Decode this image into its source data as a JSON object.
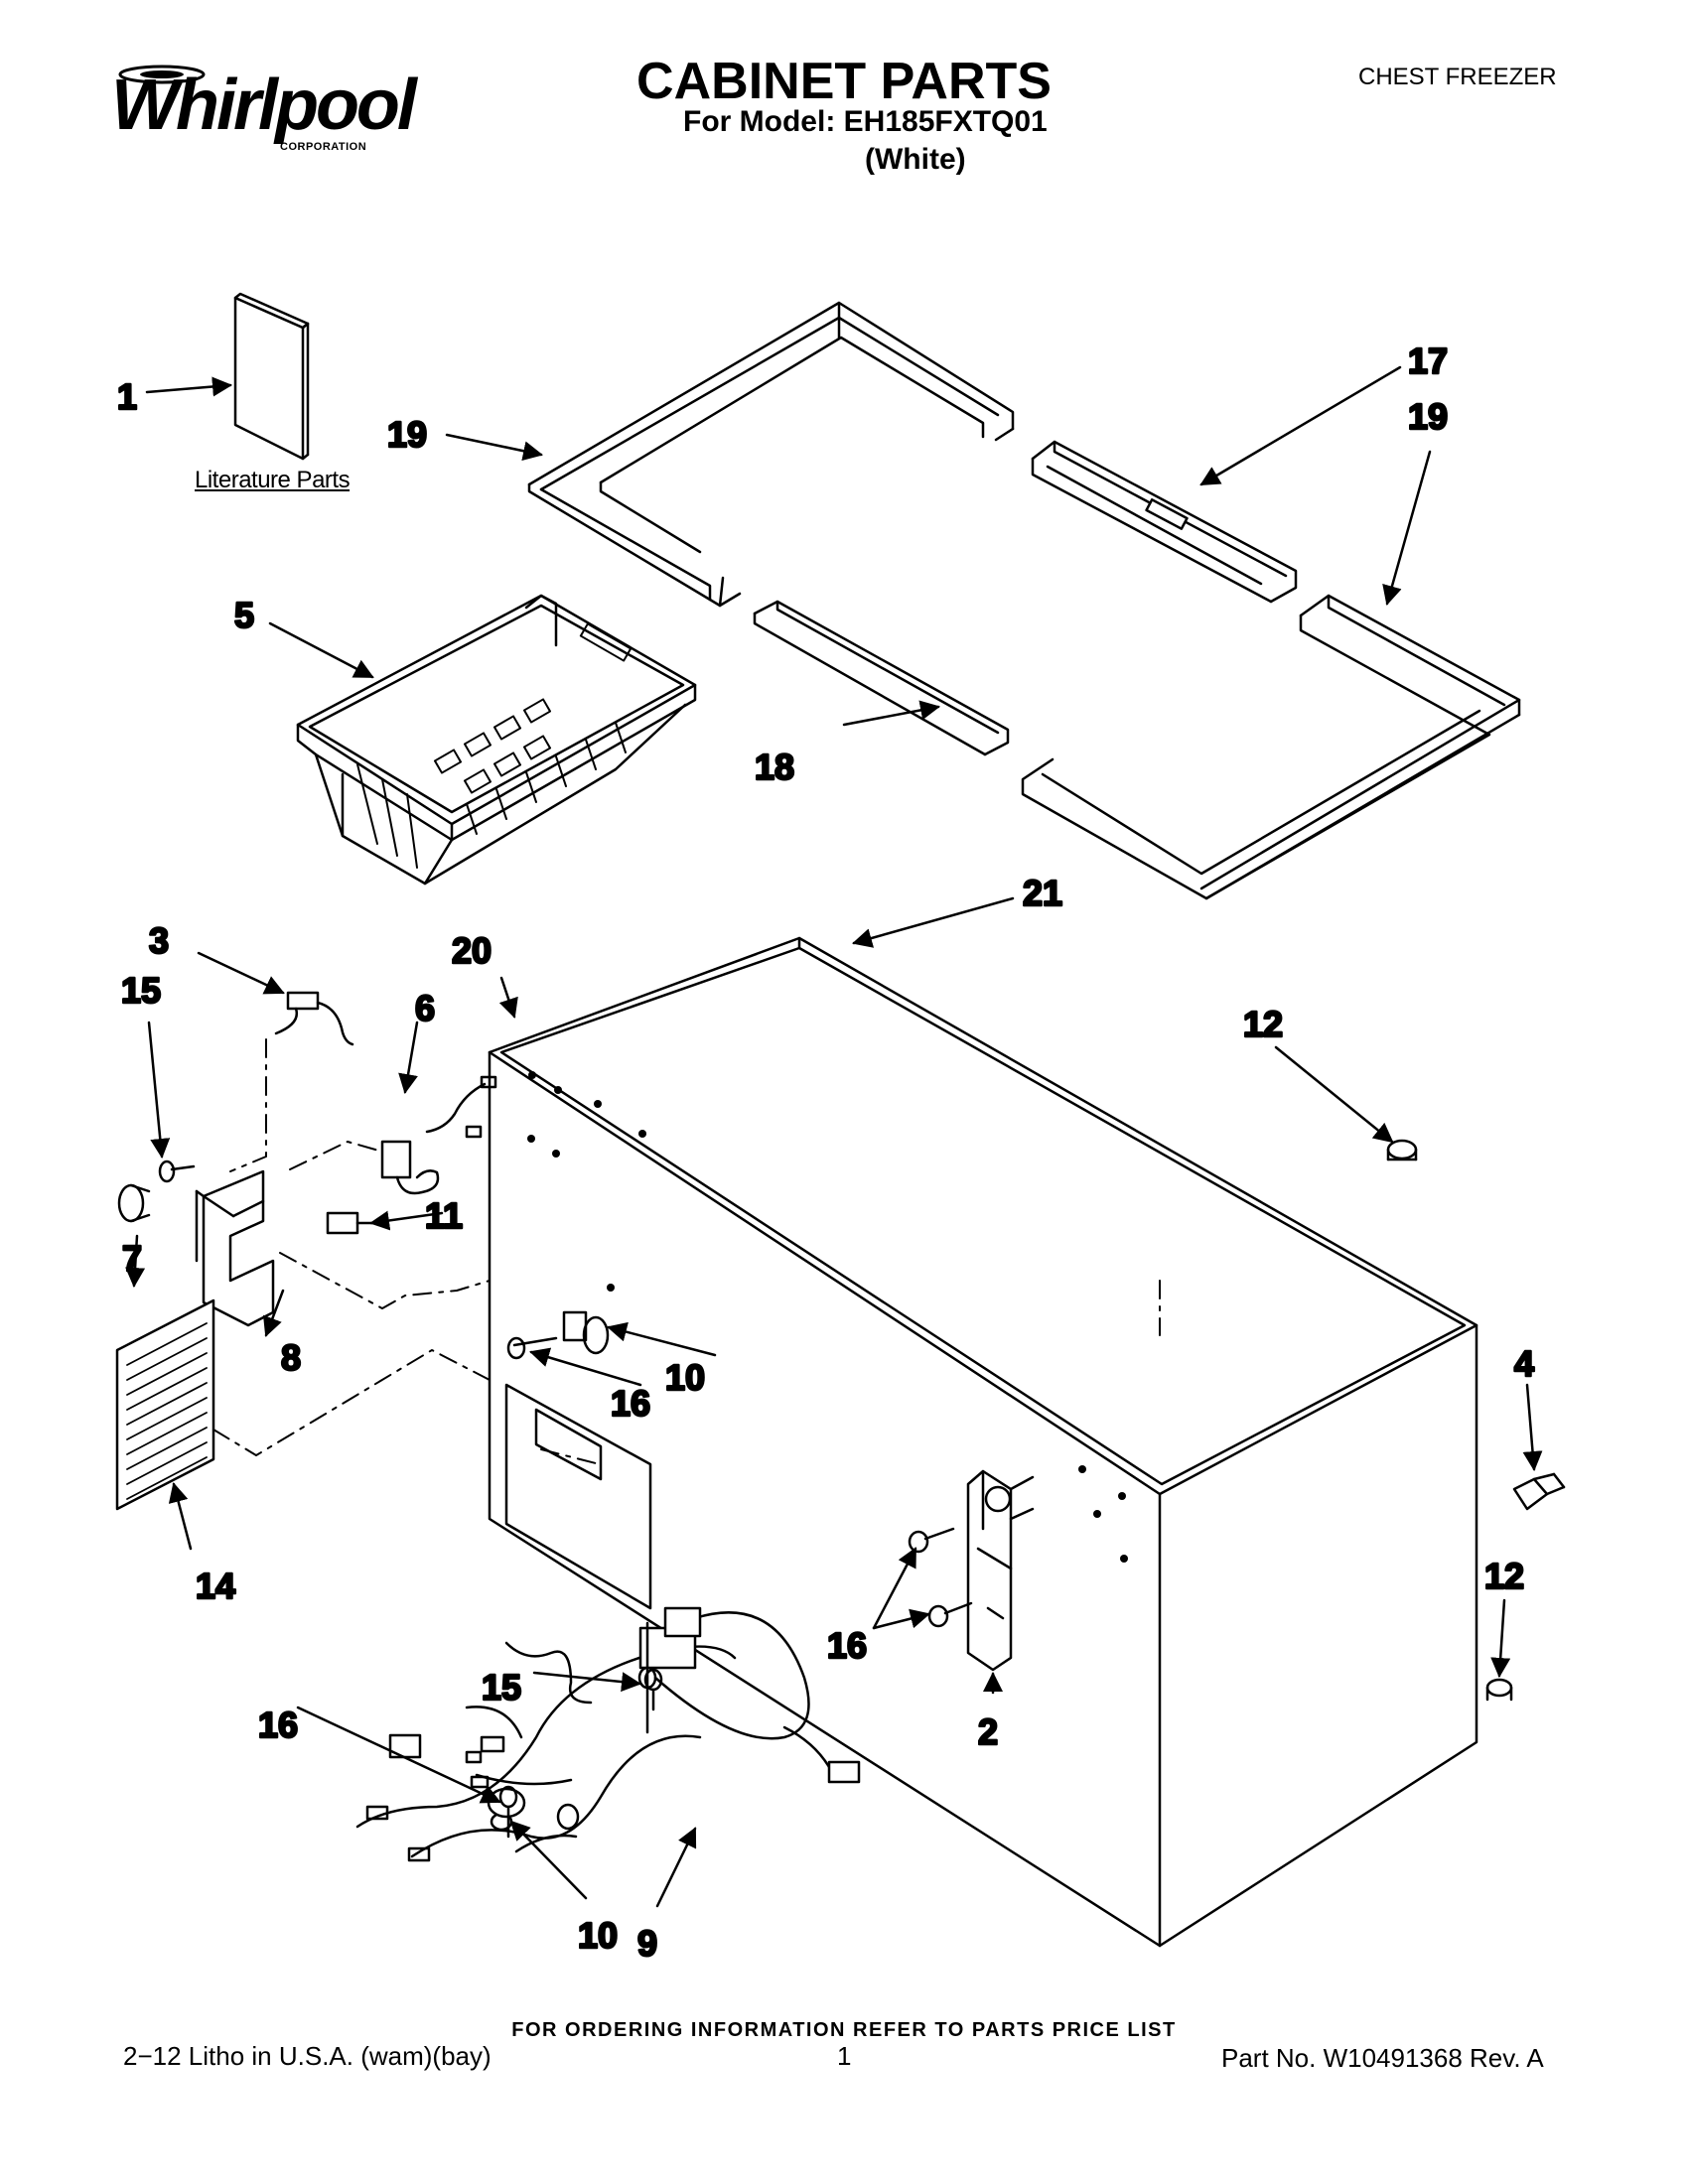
{
  "brand": {
    "name": "Whirlpool",
    "suffix": "CORPORATION"
  },
  "header": {
    "title": "CABINET PARTS",
    "model_line": "For Model: EH185FXTQ01",
    "color_line": "(White)",
    "product_type": "CHEST FREEZER"
  },
  "literature_label": "Literature Parts",
  "callouts": {
    "c1": "1",
    "c2": "2",
    "c3": "3",
    "c4": "4",
    "c5": "5",
    "c6": "6",
    "c7": "7",
    "c8": "8",
    "c9": "9",
    "c10a": "10",
    "c10b": "10",
    "c11": "11",
    "c12a": "12",
    "c12b": "12",
    "c14": "14",
    "c15a": "15",
    "c15b": "15",
    "c16a": "16",
    "c16b": "16",
    "c16c": "16",
    "c17": "17",
    "c18": "18",
    "c19a": "19",
    "c19b": "19",
    "c20": "20",
    "c21": "21"
  },
  "footer": {
    "ordering_info": "FOR ORDERING INFORMATION REFER TO PARTS PRICE LIST",
    "litho": "2−12 Litho in U.S.A. (wam)(bay)",
    "page": "1",
    "part_no": "Part No. W10491368 Rev. A"
  }
}
